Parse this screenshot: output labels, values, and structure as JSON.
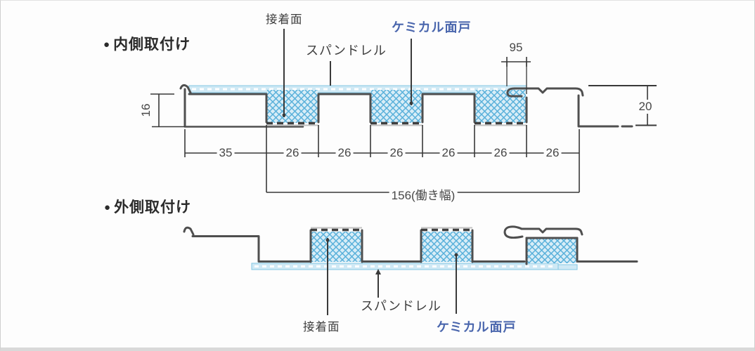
{
  "top_diagram": {
    "bullet": "●",
    "title": "内側取付け",
    "labels": {
      "adhesive": "接着面",
      "spandrel": "スパンドレル",
      "chemical": "ケミカル面戸"
    },
    "dims": {
      "height": "16",
      "seam_overlap": "95",
      "right_height": "20",
      "left_width": "35",
      "pitch": [
        "26",
        "26",
        "26",
        "26",
        "26",
        "26"
      ],
      "working_width": "156(働き幅)"
    }
  },
  "bottom_diagram": {
    "bullet": "●",
    "title": "外側取付け",
    "labels": {
      "adhesive": "接着面",
      "spandrel": "スパンドレル",
      "chemical": "ケミカル面戸"
    }
  },
  "colors": {
    "profile_line": "#4f4f4f",
    "dimension_line": "#383838",
    "hatch_fill": "#d8edf7",
    "hatch_stroke": "#58b0da",
    "chemical_text": "#4a66ad"
  }
}
